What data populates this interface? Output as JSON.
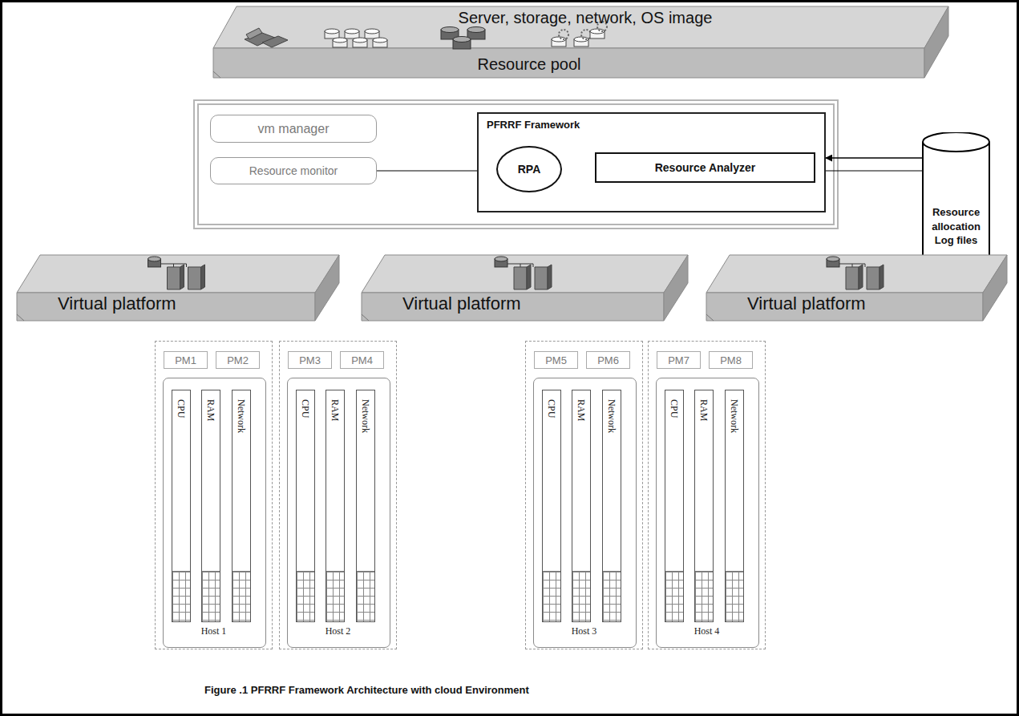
{
  "diagram": {
    "caption": "Figure .1 PFRRF Framework Architecture with cloud Environment",
    "nodes": [
      {
        "text": [
          "Server, storage, network, OS image",
          "Resource pool"
        ]
      },
      {
        "text": [
          "vm manager"
        ]
      },
      {
        "text": [
          "Resource monitor"
        ]
      },
      {
        "text": [
          "PFRRF Framework"
        ]
      },
      {
        "text": [
          "RPA"
        ],
        "in": 3
      },
      {
        "text": [
          "Resource Analyzer"
        ],
        "in": 3
      },
      {
        "text": [
          "Resource allocation Log files"
        ]
      },
      {
        "text": [
          "Virtual platform"
        ]
      },
      {
        "text": [
          "Virtual platform"
        ]
      },
      {
        "text": [
          "Virtual platform"
        ]
      },
      {
        "text": [
          "Host 1"
        ]
      },
      {
        "text": [
          "PM1"
        ],
        "in": 10
      },
      {
        "text": [
          "PM2"
        ],
        "in": 10
      },
      {
        "text": [
          "CPU"
        ],
        "in": 10
      },
      {
        "text": [
          "RAM"
        ],
        "in": 10
      },
      {
        "text": [
          "Network"
        ],
        "in": 10
      },
      {
        "text": [
          "Host 2"
        ]
      },
      {
        "text": [
          "PM3"
        ],
        "in": 16
      },
      {
        "text": [
          "PM4"
        ],
        "in": 16
      },
      {
        "text": [
          "CPU"
        ],
        "in": 16
      },
      {
        "text": [
          "RAM"
        ],
        "in": 16
      },
      {
        "text": [
          "Network"
        ],
        "in": 16
      },
      {
        "text": [
          "Host 3"
        ]
      },
      {
        "text": [
          "PM5"
        ],
        "in": 22
      },
      {
        "text": [
          "PM6"
        ],
        "in": 22
      },
      {
        "text": [
          "CPU"
        ],
        "in": 22
      },
      {
        "text": [
          "RAM"
        ],
        "in": 22
      },
      {
        "text": [
          "Network"
        ],
        "in": 22
      },
      {
        "text": [
          "Host 4"
        ]
      },
      {
        "text": [
          "PM7"
        ],
        "in": 28
      },
      {
        "text": [
          "PM8"
        ],
        "in": 28
      },
      {
        "text": [
          "CPU"
        ],
        "in": 28
      },
      {
        "text": [
          "RAM"
        ],
        "in": 28
      },
      {
        "text": [
          "Network"
        ],
        "in": 28
      }
    ],
    "edges": [
      {
        "from": 4,
        "to": 5,
        "arrow": "none"
      },
      {
        "from": 6,
        "to": 3,
        "arrow": "to"
      },
      {
        "from": 2,
        "to": 6,
        "arrow": "none"
      }
    ]
  }
}
